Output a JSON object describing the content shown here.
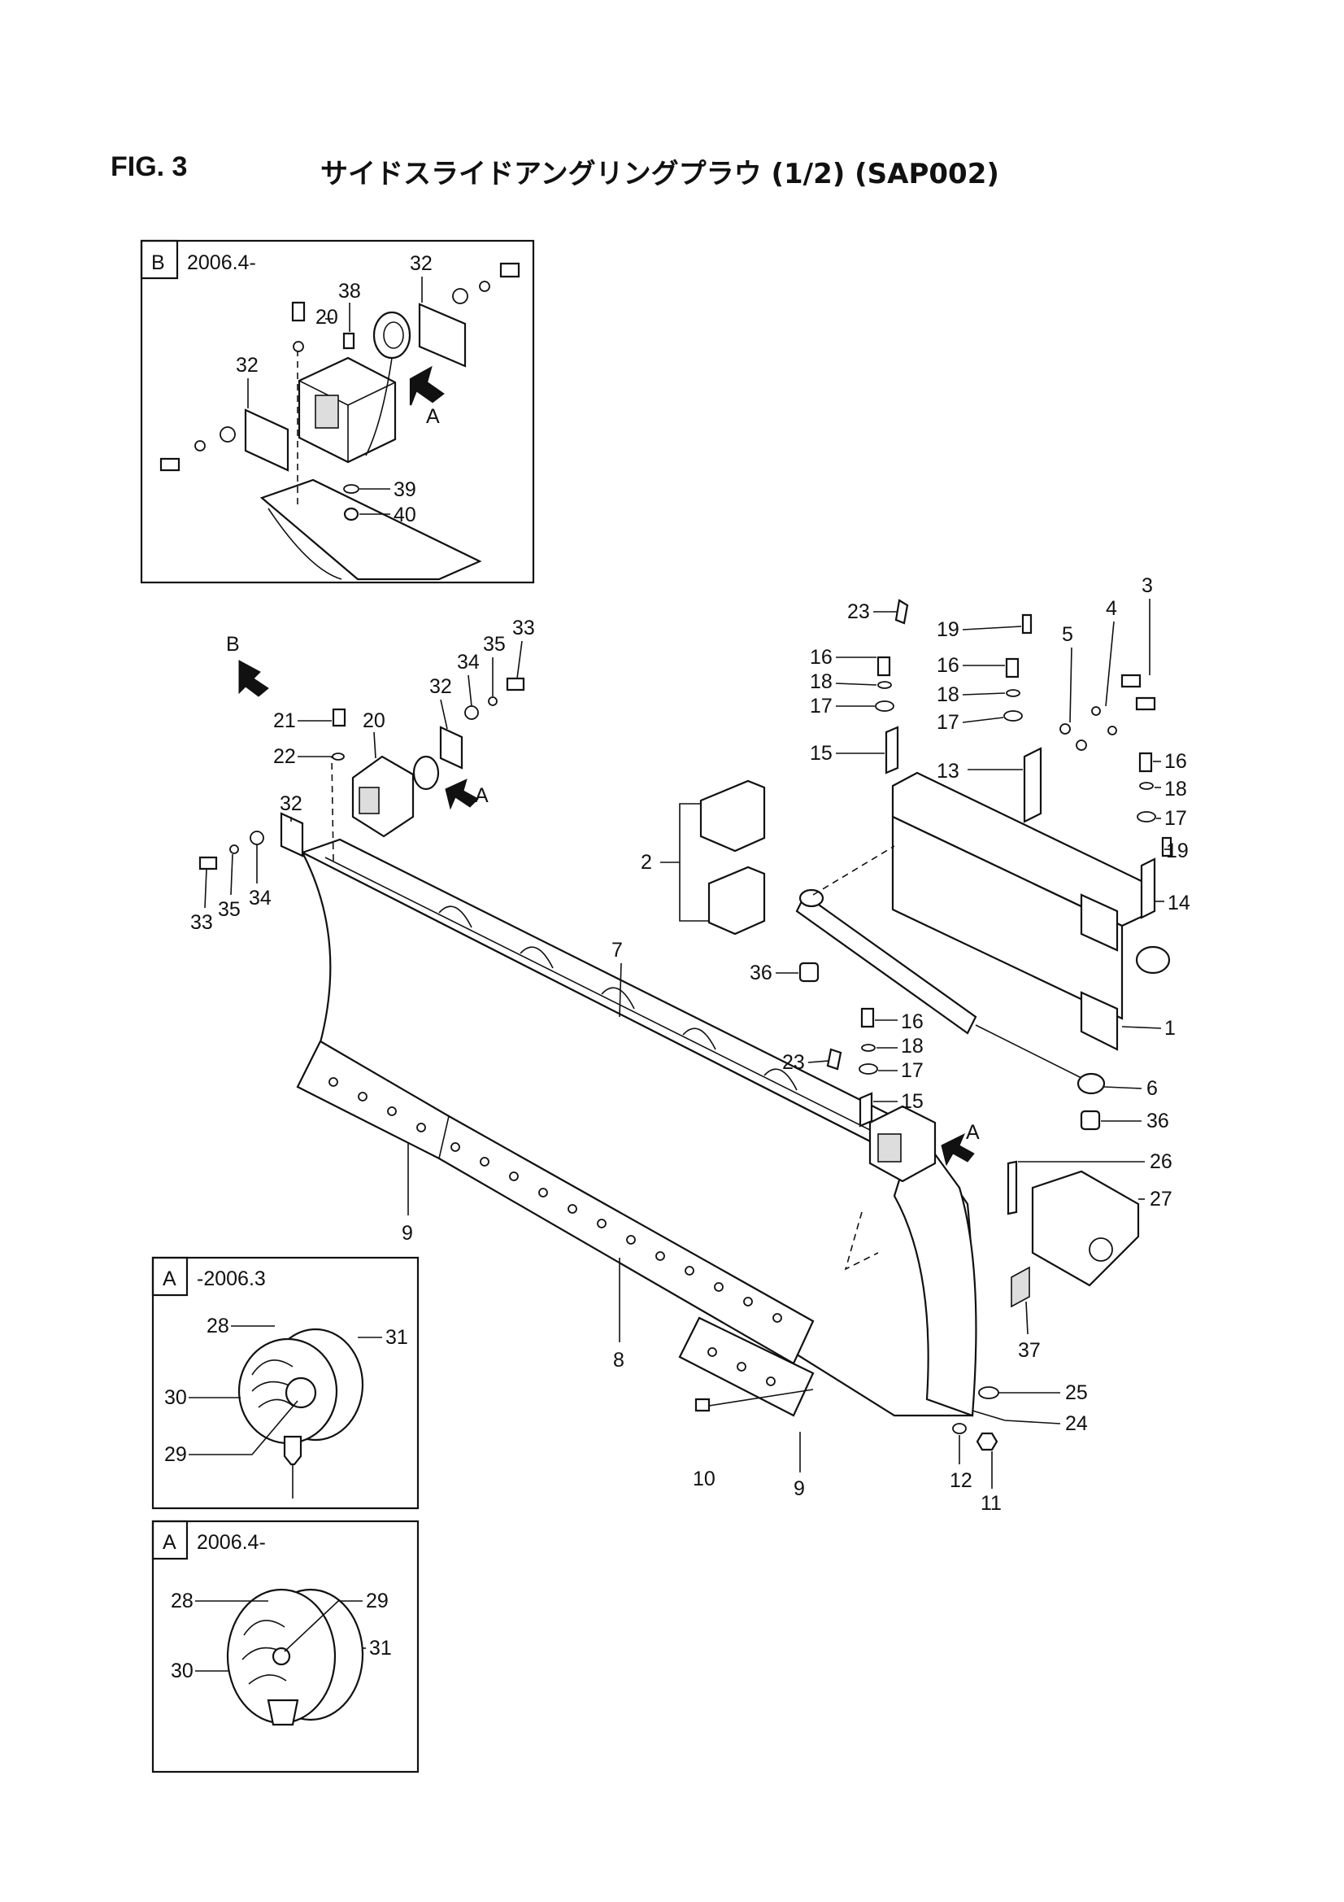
{
  "figure": {
    "number": "FIG. 3",
    "title": "サイドスライドアングリングプラウ (1/2) (SAP002)"
  },
  "insets": {
    "b": {
      "tag": "B",
      "date": "2006.4-"
    },
    "a_old": {
      "tag": "A",
      "date": "-2006.3"
    },
    "a_new": {
      "tag": "A",
      "date": "2006.4-"
    }
  },
  "view_markers": {
    "a": "A",
    "b": "B"
  },
  "callouts": {
    "c1": "1",
    "c2": "2",
    "c3": "3",
    "c4": "4",
    "c5": "5",
    "c6": "6",
    "c7": "7",
    "c8": "8",
    "c9": "9",
    "c10": "10",
    "c11": "11",
    "c12": "12",
    "c13": "13",
    "c14": "14",
    "c15": "15",
    "c16": "16",
    "c17": "17",
    "c18": "18",
    "c19": "19",
    "c20": "20",
    "c21": "21",
    "c22": "22",
    "c23": "23",
    "c24": "24",
    "c25": "25",
    "c26": "26",
    "c27": "27",
    "c28": "28",
    "c29": "29",
    "c30": "30",
    "c31": "31",
    "c32": "32",
    "c33": "33",
    "c34": "34",
    "c35": "35",
    "c36": "36",
    "c37": "37",
    "c38": "38",
    "c39": "39",
    "c40": "40"
  }
}
